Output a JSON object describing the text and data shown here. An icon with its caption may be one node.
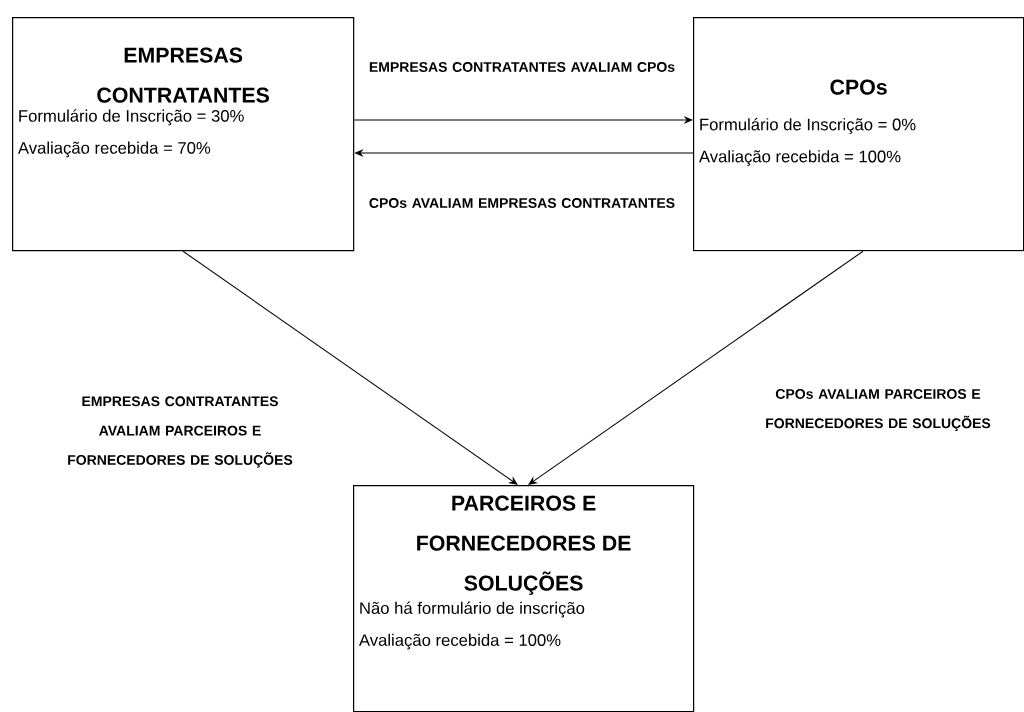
{
  "diagram": {
    "nodes": [
      {
        "text": [
          "EMPRESAS CONTRATANTES",
          "Formulário de Inscrição = 30%",
          "Avaliação recebida = 70%"
        ]
      },
      {
        "text": [
          "CPOs",
          "Formulário de Inscrição = 0%",
          "Avaliação recebida = 100%"
        ]
      },
      {
        "text": [
          "PARCEIROS E FORNECEDORES DE SOLUÇÕES",
          "Não há formulário de inscrição",
          "Avaliação recebida = 100%"
        ]
      }
    ],
    "edges": [
      {
        "from": 0,
        "to": 1,
        "arrow": "to",
        "label": "EMPRESAS CONTRATANTES AVALIAM CPOs"
      },
      {
        "from": 1,
        "to": 0,
        "arrow": "to",
        "label": "CPOs AVALIAM EMPRESAS CONTRATANTES"
      },
      {
        "from": 0,
        "to": 2,
        "arrow": "to",
        "label": "EMPRESAS CONTRATANTES AVALIAM PARCEIROS E FORNECEDORES DE SOLUÇÕES"
      },
      {
        "from": 1,
        "to": 2,
        "arrow": "to",
        "label": "CPOs AVALIAM PARCEIROS E FORNECEDORES DE SOLUÇÕES"
      }
    ]
  }
}
